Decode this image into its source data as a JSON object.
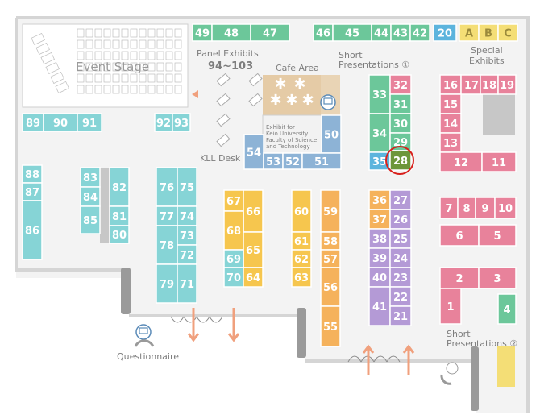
{
  "labels": {
    "event_stage": "Event Stage",
    "panel_exhibits": "Panel Exhibits",
    "panel_range": "94~103",
    "cafe_area": "Cafe Area",
    "short_pres_1": "Short",
    "short_pres_1b": "Presentations ①",
    "special_exhibits": "Special",
    "special_exhibits_b": "Exhibits",
    "kll_desk": "KLL Desk",
    "keio_1": "Exhibit for",
    "keio_2": "Keio University",
    "keio_3": "Faculty of Science",
    "keio_4": "and Technology",
    "questionnaire": "Questionnaire",
    "short_pres_2": "Short",
    "short_pres_2b": "Presentations ②"
  },
  "colors": {
    "green": "#6cc79a",
    "blue": "#5cb4dd",
    "cyan": "#86d4d6",
    "pink": "#e8829b",
    "yellow": "#f6c64e",
    "orange": "#f5b25c",
    "purple": "#b49ad6",
    "steel": "#8db3d6",
    "special": "#f4de76",
    "highlight": "#6d963a",
    "circle": "#d8201c",
    "arrow": "#f0a07d",
    "wall": "#d5d5d5",
    "floor": "#ececec",
    "gray_block": "#c7c7c7"
  },
  "booths": [
    {
      "n": "49",
      "c": "green"
    },
    {
      "n": "48",
      "c": "green"
    },
    {
      "n": "47",
      "c": "green"
    },
    {
      "n": "46",
      "c": "green"
    },
    {
      "n": "45",
      "c": "green"
    },
    {
      "n": "44",
      "c": "green"
    },
    {
      "n": "43",
      "c": "green"
    },
    {
      "n": "42",
      "c": "green"
    },
    {
      "n": "20",
      "c": "blue"
    },
    {
      "n": "A",
      "c": "special"
    },
    {
      "n": "B",
      "c": "special"
    },
    {
      "n": "C",
      "c": "special"
    },
    {
      "n": "89",
      "c": "cyan"
    },
    {
      "n": "90",
      "c": "cyan"
    },
    {
      "n": "91",
      "c": "cyan"
    },
    {
      "n": "92",
      "c": "cyan"
    },
    {
      "n": "93",
      "c": "cyan"
    },
    {
      "n": "33",
      "c": "green"
    },
    {
      "n": "34",
      "c": "green"
    },
    {
      "n": "32",
      "c": "pink"
    },
    {
      "n": "31",
      "c": "green"
    },
    {
      "n": "30",
      "c": "green"
    },
    {
      "n": "29",
      "c": "green"
    },
    {
      "n": "35",
      "c": "blue"
    },
    {
      "n": "28",
      "c": "highlight"
    },
    {
      "n": "16",
      "c": "pink"
    },
    {
      "n": "17",
      "c": "pink"
    },
    {
      "n": "18",
      "c": "pink"
    },
    {
      "n": "19",
      "c": "pink"
    },
    {
      "n": "15",
      "c": "pink"
    },
    {
      "n": "14",
      "c": "pink"
    },
    {
      "n": "13",
      "c": "pink"
    },
    {
      "n": "12",
      "c": "pink"
    },
    {
      "n": "11",
      "c": "pink"
    },
    {
      "n": "50",
      "c": "steel"
    },
    {
      "n": "54",
      "c": "steel"
    },
    {
      "n": "53",
      "c": "steel"
    },
    {
      "n": "52",
      "c": "steel"
    },
    {
      "n": "51",
      "c": "steel"
    },
    {
      "n": "88",
      "c": "cyan"
    },
    {
      "n": "87",
      "c": "cyan"
    },
    {
      "n": "86",
      "c": "cyan"
    },
    {
      "n": "83",
      "c": "cyan"
    },
    {
      "n": "84",
      "c": "cyan"
    },
    {
      "n": "85",
      "c": "cyan"
    },
    {
      "n": "82",
      "c": "cyan"
    },
    {
      "n": "81",
      "c": "cyan"
    },
    {
      "n": "80",
      "c": "cyan"
    },
    {
      "n": "76",
      "c": "cyan"
    },
    {
      "n": "75",
      "c": "cyan"
    },
    {
      "n": "77",
      "c": "cyan"
    },
    {
      "n": "74",
      "c": "cyan"
    },
    {
      "n": "78",
      "c": "cyan"
    },
    {
      "n": "73",
      "c": "cyan"
    },
    {
      "n": "72",
      "c": "cyan"
    },
    {
      "n": "79",
      "c": "cyan"
    },
    {
      "n": "71",
      "c": "cyan"
    },
    {
      "n": "67",
      "c": "yellow"
    },
    {
      "n": "66",
      "c": "yellow"
    },
    {
      "n": "68",
      "c": "yellow"
    },
    {
      "n": "65",
      "c": "yellow"
    },
    {
      "n": "69",
      "c": "cyan"
    },
    {
      "n": "70",
      "c": "cyan"
    },
    {
      "n": "64",
      "c": "yellow"
    },
    {
      "n": "60",
      "c": "yellow"
    },
    {
      "n": "61",
      "c": "yellow"
    },
    {
      "n": "62",
      "c": "yellow"
    },
    {
      "n": "63",
      "c": "yellow"
    },
    {
      "n": "59",
      "c": "orange"
    },
    {
      "n": "58",
      "c": "orange"
    },
    {
      "n": "57",
      "c": "orange"
    },
    {
      "n": "56",
      "c": "orange"
    },
    {
      "n": "55",
      "c": "orange"
    },
    {
      "n": "36",
      "c": "orange"
    },
    {
      "n": "37",
      "c": "orange"
    },
    {
      "n": "38",
      "c": "purple"
    },
    {
      "n": "39",
      "c": "purple"
    },
    {
      "n": "40",
      "c": "purple"
    },
    {
      "n": "41",
      "c": "purple"
    },
    {
      "n": "27",
      "c": "purple"
    },
    {
      "n": "26",
      "c": "purple"
    },
    {
      "n": "25",
      "c": "purple"
    },
    {
      "n": "24",
      "c": "purple"
    },
    {
      "n": "23",
      "c": "purple"
    },
    {
      "n": "22",
      "c": "purple"
    },
    {
      "n": "21",
      "c": "purple"
    },
    {
      "n": "7",
      "c": "pink"
    },
    {
      "n": "8",
      "c": "pink"
    },
    {
      "n": "9",
      "c": "pink"
    },
    {
      "n": "10",
      "c": "pink"
    },
    {
      "n": "6",
      "c": "pink"
    },
    {
      "n": "5",
      "c": "pink"
    },
    {
      "n": "2",
      "c": "pink"
    },
    {
      "n": "3",
      "c": "pink"
    },
    {
      "n": "1",
      "c": "pink"
    },
    {
      "n": "4",
      "c": "green"
    }
  ],
  "highlighted_booth": "28"
}
